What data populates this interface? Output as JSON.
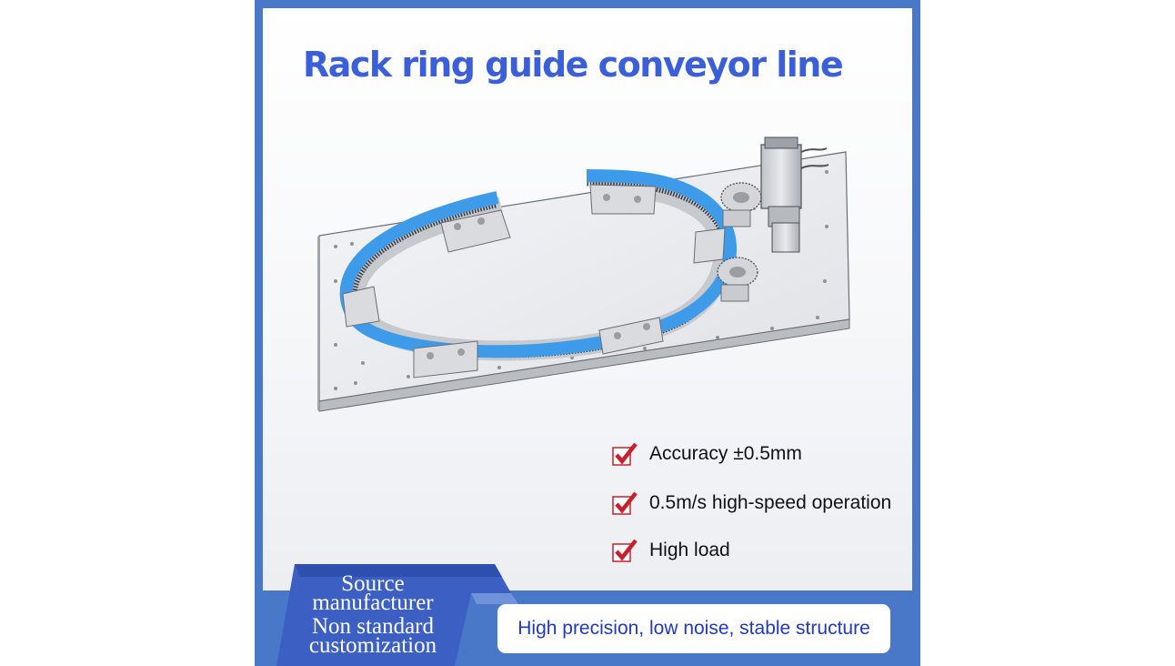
{
  "title": "Rack ring guide conveyor line",
  "features": [
    {
      "text": "Accuracy ±0.5mm",
      "icon": "red-checkmark-icon"
    },
    {
      "text": "0.5m/s high-speed operation",
      "icon": "red-checkmark-icon"
    },
    {
      "text": "High load",
      "icon": "red-checkmark-icon"
    }
  ],
  "ribbon": {
    "line1": "Source",
    "line2": "manufacturer",
    "line3": "Non standard",
    "line4": "customization"
  },
  "tagline": "High precision, low noise, stable structure",
  "colors": {
    "frame_blue": "#4a78c8",
    "title_blue": "#3a5fd8",
    "rack_blue": "#3d9bea",
    "check_red": "#c8202a",
    "tagline_blue": "#2038c8"
  }
}
